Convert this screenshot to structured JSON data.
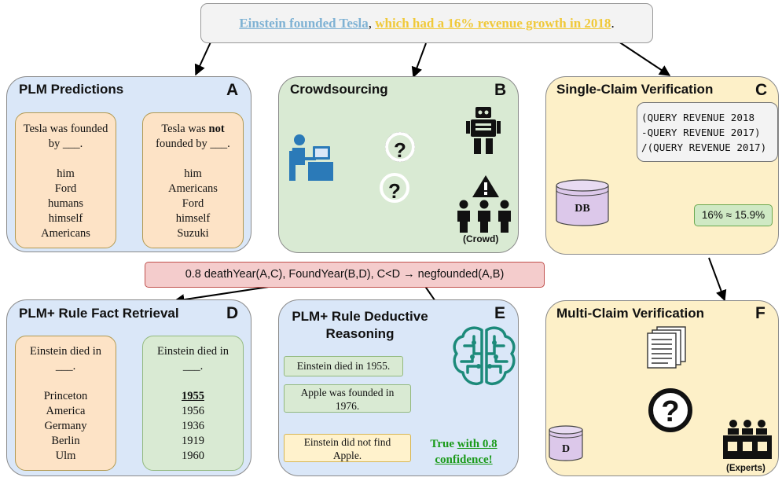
{
  "claim": {
    "part1": "Einstein founded Tesla",
    "sep": ",",
    "part2": "which had a 16% revenue growth in 2018",
    "end": "."
  },
  "rule": "0.8 deathYear(A,C), FoundYear(B,D), C<D → negfounded(A,B)",
  "panels": {
    "A": {
      "title": "PLM Predictions",
      "letter": "A",
      "left": {
        "prompt": [
          "Tesla was founded",
          "by ___."
        ],
        "answers": [
          "him",
          "Ford",
          "humans",
          "himself",
          "Americans"
        ]
      },
      "right": {
        "prompt_pre": "Tesla was ",
        "prompt_bold": "not",
        "prompt_line2": "founded by ___.",
        "answers": [
          "him",
          "Americans",
          "Ford",
          "himself",
          "Suzuki"
        ]
      }
    },
    "B": {
      "title": "Crowdsourcing",
      "letter": "B",
      "crowd_label": "(Crowd)",
      "q1": "?",
      "q2": "?"
    },
    "C": {
      "title": "Single-Claim Verification",
      "letter": "C",
      "query": [
        "(QUERY REVENUE 2018",
        "-QUERY REVENUE 2017)",
        "/(QUERY REVENUE 2017)"
      ],
      "db_label": "DB",
      "result": "16% ≈ 15.9%"
    },
    "D": {
      "title": "PLM+ Rule Fact Retrieval",
      "letter": "D",
      "left": {
        "prompt": [
          "Einstein died in",
          "___."
        ],
        "answers": [
          "Princeton",
          "America",
          "Germany",
          "Berlin",
          "Ulm"
        ]
      },
      "right": {
        "prompt": [
          "Einstein died in",
          "___."
        ],
        "answers": [
          "1955",
          "1956",
          "1936",
          "1919",
          "1960"
        ]
      }
    },
    "E": {
      "title": [
        "PLM+ Rule Deductive",
        "Reasoning"
      ],
      "letter": "E",
      "fact1": "Einstein died in 1955.",
      "fact2": [
        "Apple was founded in",
        "1976."
      ],
      "fact3": [
        "Einstein did not find",
        "Apple."
      ],
      "result_pre": "True ",
      "result_link1": "with 0.8",
      "result_link2": "confidence!"
    },
    "F": {
      "title": "Multi-Claim Verification",
      "letter": "F",
      "db_label": "D",
      "experts_label": "(Experts)",
      "q": "?"
    }
  },
  "colors": {
    "claim_part1": "#7fb2d4",
    "claim_part2": "#f0c93a",
    "panel_blue": "#dae7f8",
    "panel_green": "#d9ead3",
    "panel_yellow": "#fdf0c8",
    "rule_box": "#f4cccc",
    "result_green": "#1a9a1a",
    "icon_blue": "#2b7ab8",
    "icon_teal": "#1c8a7a"
  },
  "icons": [
    "user-at-computer-icon",
    "robot-icon",
    "warning-icon",
    "crowd-icon",
    "question-icon",
    "database-icon",
    "brain-circuit-icon",
    "documents-icon",
    "experts-panel-icon"
  ]
}
